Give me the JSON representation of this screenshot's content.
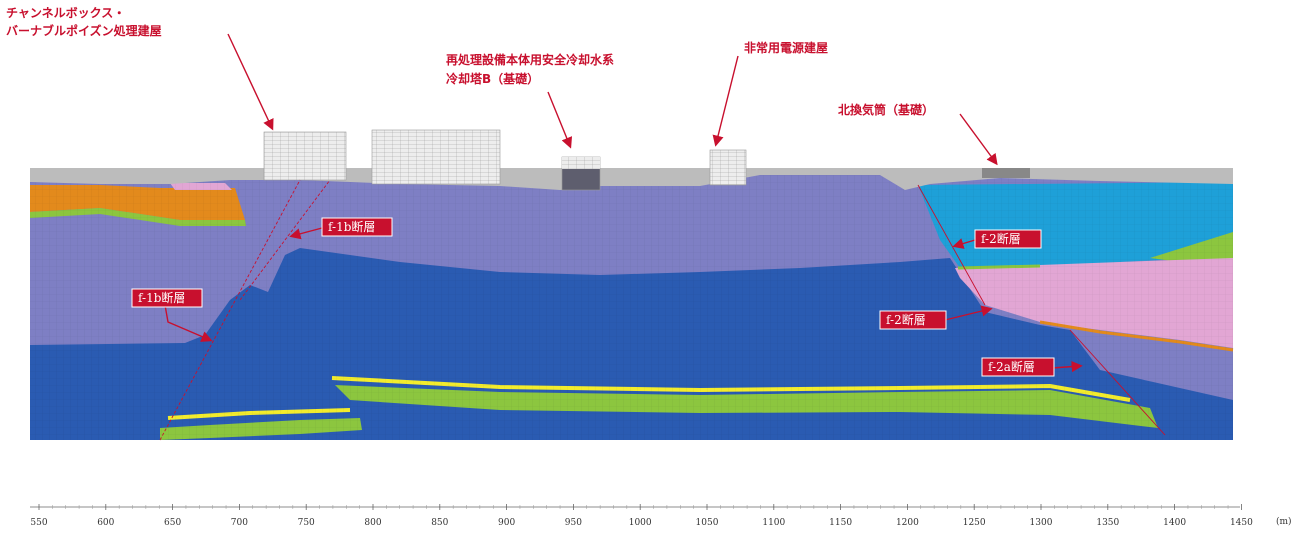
{
  "building_labels": {
    "channel_box_line1": "チャンネルボックス・",
    "channel_box_line2": "バーナブルポイズン処理建屋",
    "cooling_tower_line1": "再処理設備本体用安全冷却水系",
    "cooling_tower_line2": "冷却塔B（基礎）",
    "emergency_power": "非常用電源建屋",
    "north_stack": "北換気筒（基礎）"
  },
  "fault_labels": {
    "f1b_upper": "f-1b断層",
    "f1b_lower": "f-1b断層",
    "f2_upper": "f-2断層",
    "f2_lower": "f-2断層",
    "f2a": "f-2a断層"
  },
  "axis": {
    "unit": "(m)",
    "ticks": [
      "550",
      "600",
      "650",
      "700",
      "750",
      "800",
      "850",
      "900",
      "950",
      "1000",
      "1050",
      "1100",
      "1150",
      "1200",
      "1250",
      "1300",
      "1350",
      "1400",
      "1450"
    ]
  },
  "colors": {
    "label_red": "#c8102e",
    "mid_purple": "#7e7fc4",
    "deep_blue": "#2a5bb2",
    "cyan": "#1ea0d8",
    "pink": "#e2a6d4",
    "orange": "#e38a1c",
    "green": "#8cc63f",
    "yellow": "#f3ec2d",
    "surface_gray": "#bcbcbc"
  }
}
